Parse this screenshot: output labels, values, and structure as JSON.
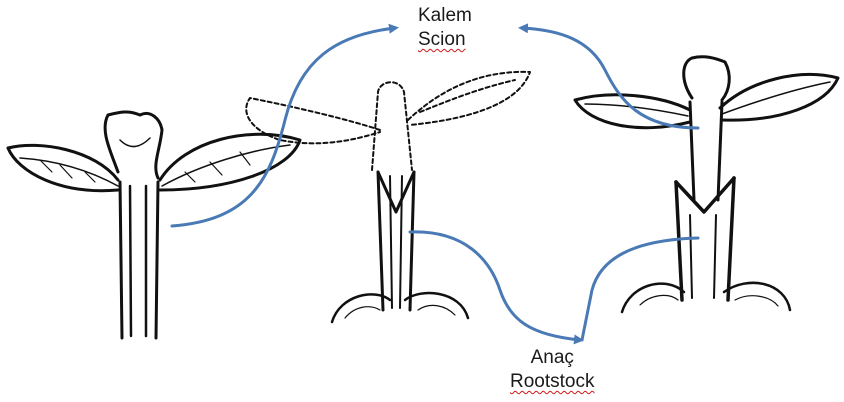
{
  "labels": {
    "scion_tr": "Kalem",
    "scion_en": "Scion",
    "rootstock_tr": "Anaç",
    "rootstock_en": "Rootstock"
  },
  "colors": {
    "arrow": "#4a7ab5",
    "ink": "#111111",
    "spellcheck_underline": "#d01818"
  },
  "icons": [
    "seedling-scion-plant",
    "grafting-cut-seedling",
    "grafted-plant"
  ]
}
